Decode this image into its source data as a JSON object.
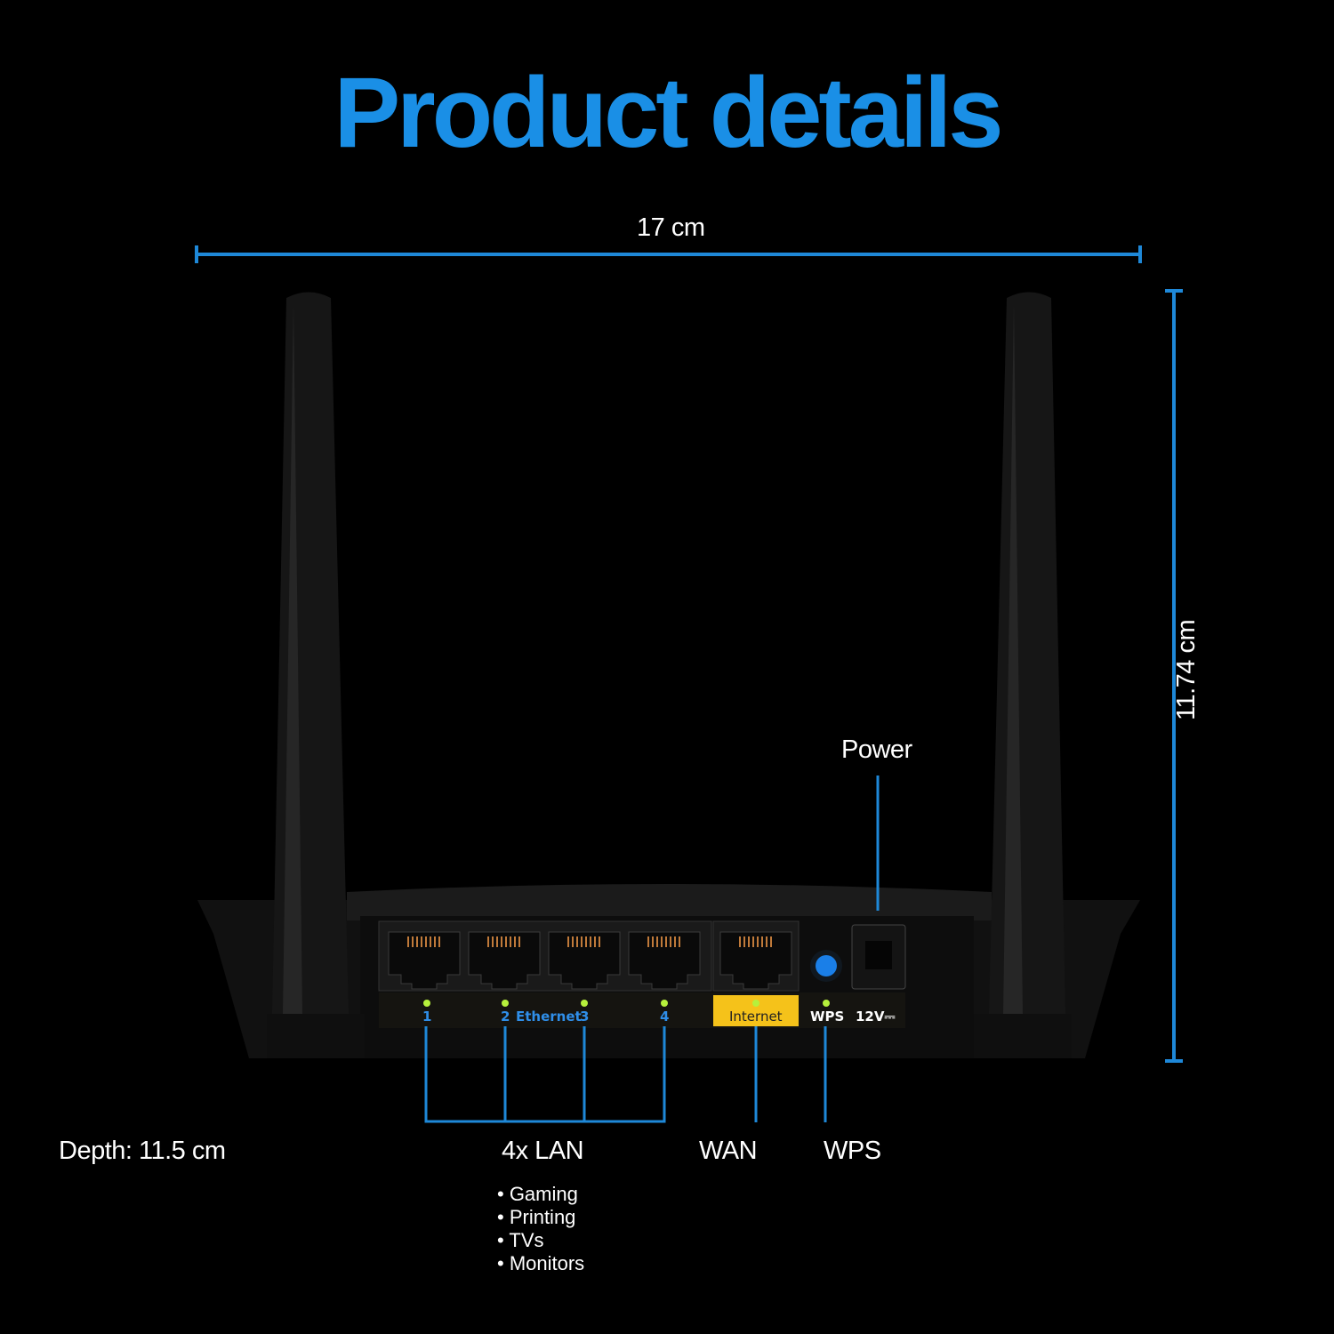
{
  "title": "Product details",
  "dimensions": {
    "width": "17 cm",
    "height": "11.74 cm",
    "depth": "Depth: 11.5 cm"
  },
  "callouts": {
    "power": "Power",
    "lan": "4x LAN",
    "wan": "WAN",
    "wps": "WPS",
    "lan_uses": [
      "• Gaming",
      "• Printing",
      "• TVs",
      "• Monitors"
    ]
  },
  "port_labels": {
    "p1": "1",
    "p2": "2",
    "ethernet": "Ethernet",
    "p3": "3",
    "p4": "4",
    "internet": "Internet",
    "wps": "WPS",
    "power": "12V⎓"
  },
  "colors": {
    "accent": "#1a8fe6",
    "line": "#1e88d8",
    "internet_label": "#f5c21a",
    "led": "#b6f03c",
    "background": "#000000"
  }
}
